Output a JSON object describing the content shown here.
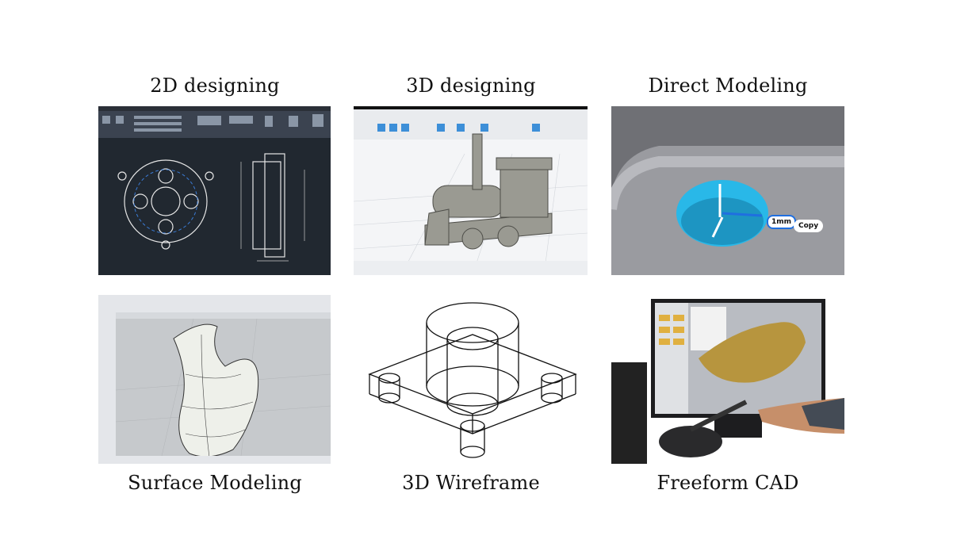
{
  "captions": {
    "c2d": "2D designing",
    "c3d": "3D designing",
    "direct": "Direct Modeling",
    "surface": "Surface Modeling",
    "wireframe": "3D Wireframe",
    "freeform": "Freeform CAD"
  },
  "direct_modeling_image": {
    "dimension_label": "1mm",
    "copy_label": "Copy"
  }
}
